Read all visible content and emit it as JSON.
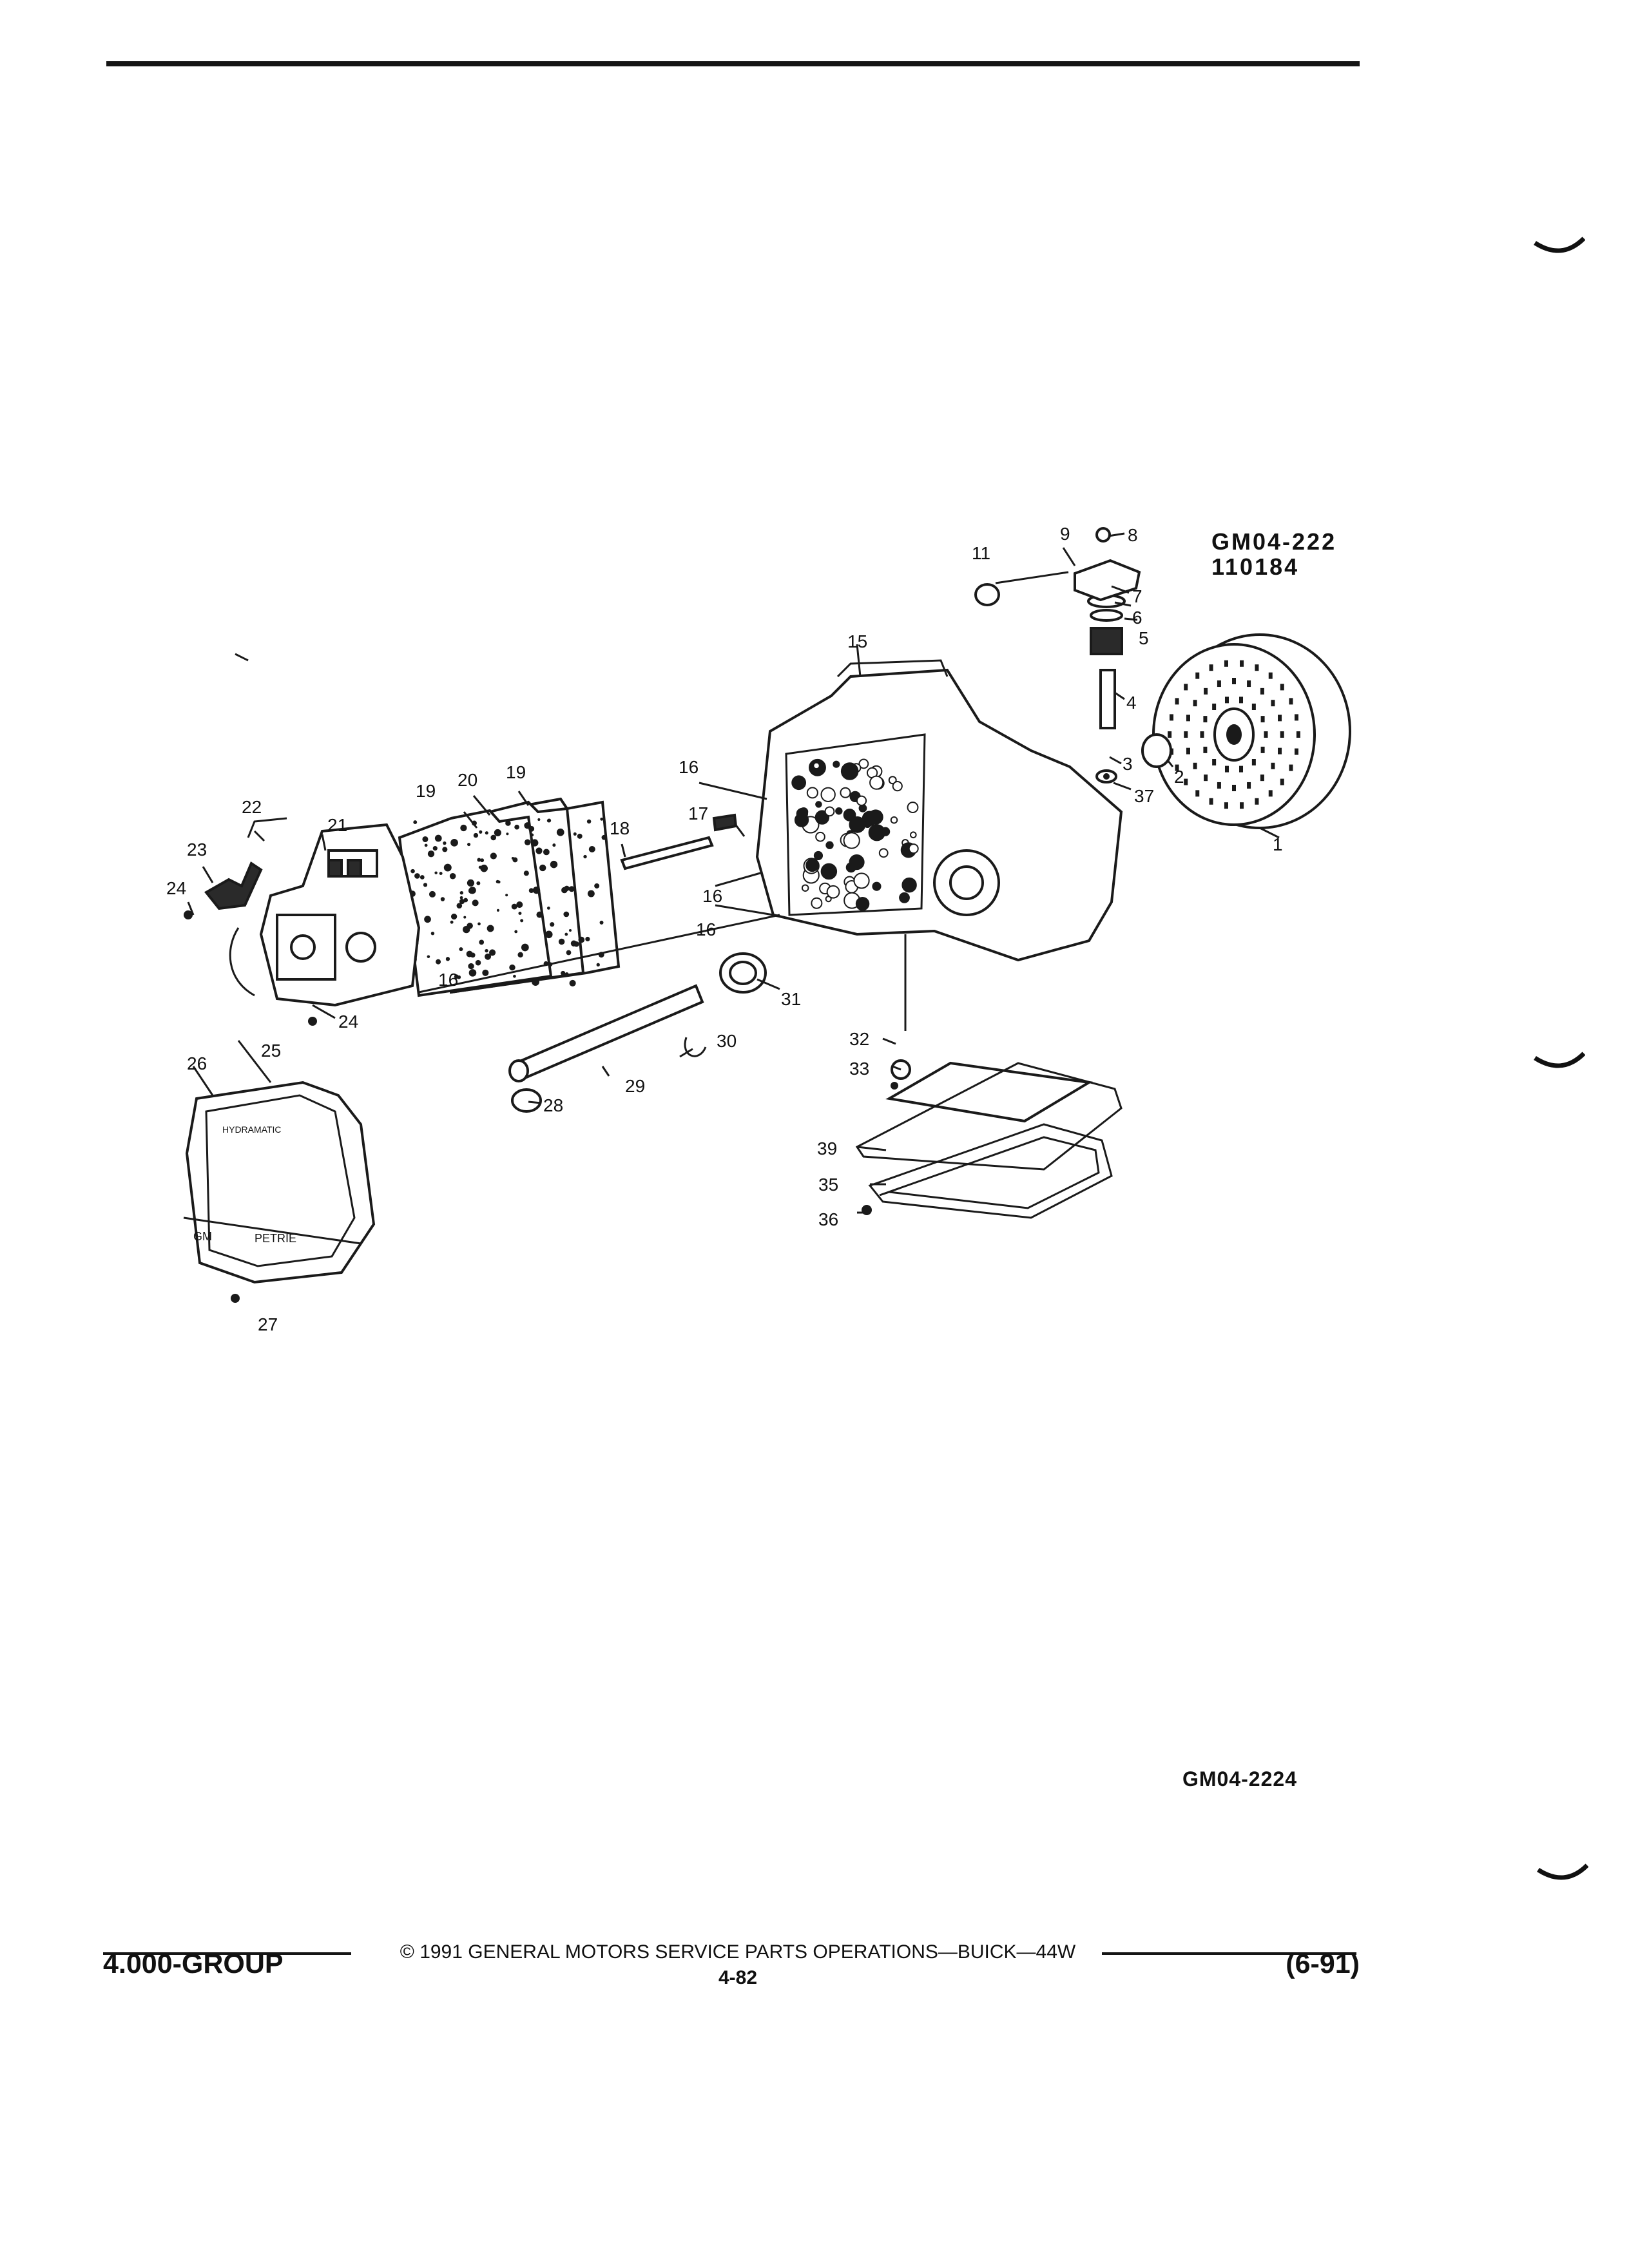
{
  "figure_refs": {
    "top_id": "GM04-222",
    "top_code": "110184",
    "bottom_id": "GM04-2224"
  },
  "callouts": [
    "1",
    "2",
    "3",
    "4",
    "5",
    "6",
    "7",
    "8",
    "9",
    "11",
    "15",
    "16",
    "16",
    "16",
    "16",
    "17",
    "18",
    "19",
    "19",
    "20",
    "21",
    "22",
    "23",
    "24",
    "24",
    "25",
    "26",
    "27",
    "28",
    "29",
    "30",
    "31",
    "32",
    "33",
    "35",
    "36",
    "37",
    "39"
  ],
  "pan_text": {
    "brand": "HYDRAMATIC",
    "left": "GM",
    "right": "PETRIE"
  },
  "footer": {
    "group": "4.000-GROUP",
    "copyright": "© 1991 GENERAL MOTORS SERVICE PARTS OPERATIONS—BUICK—44W",
    "page": "4-82",
    "date": "(6-91)"
  }
}
